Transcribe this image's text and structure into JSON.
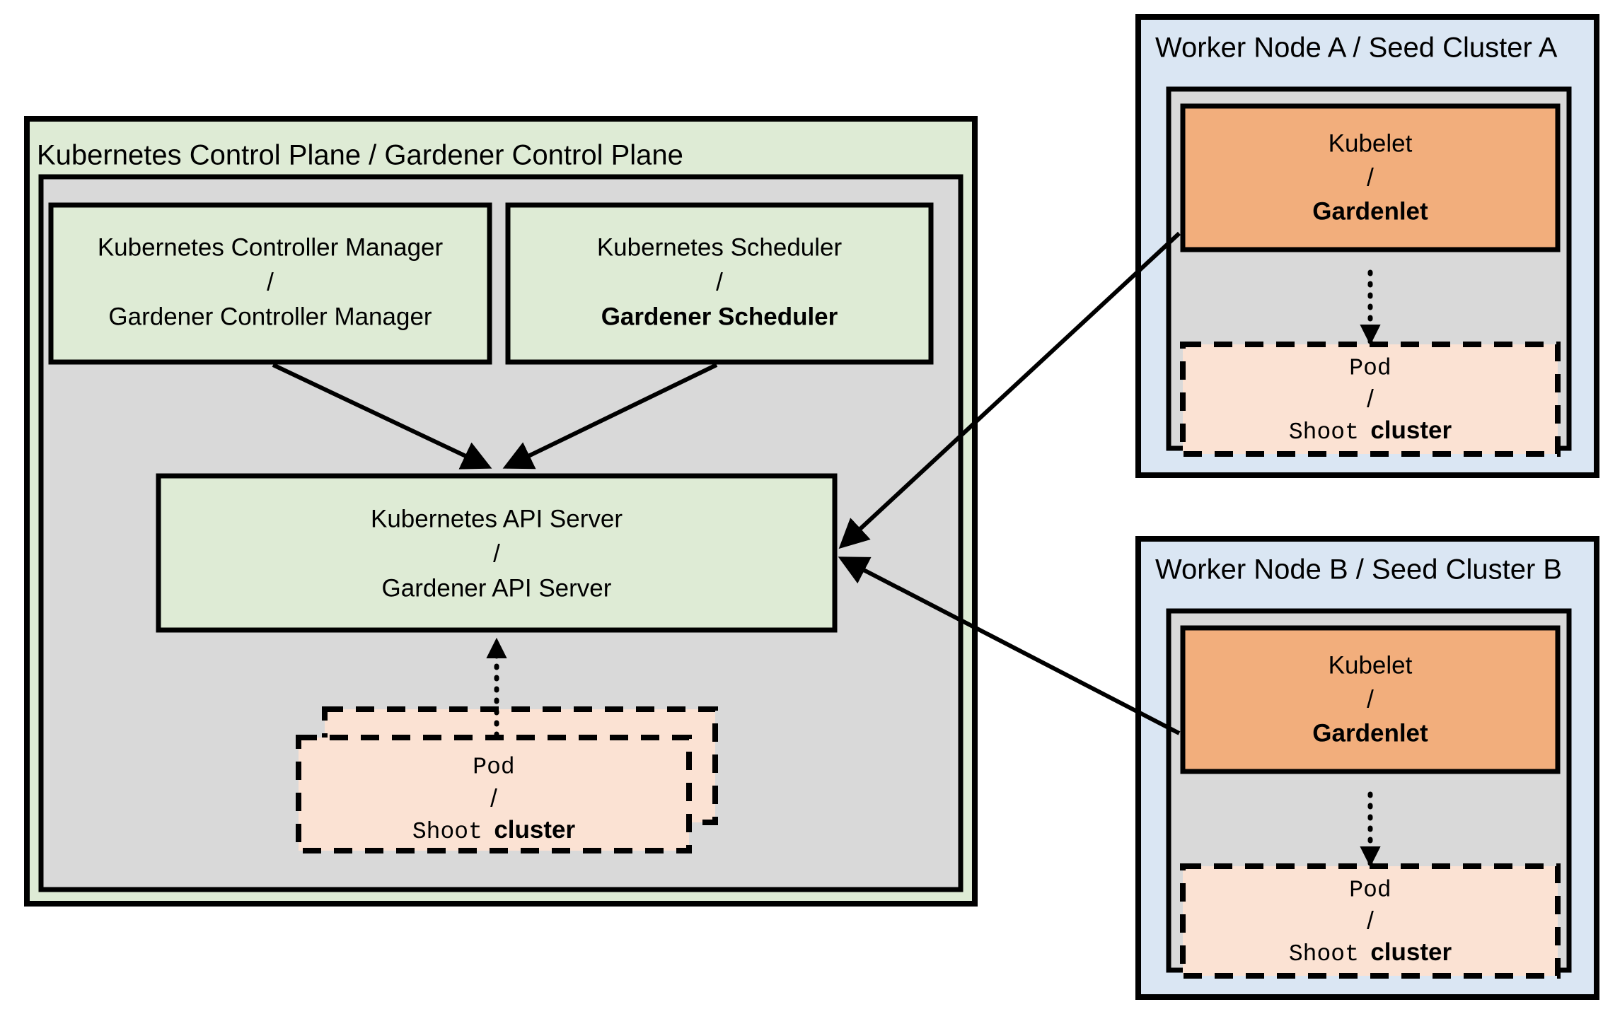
{
  "diagram": {
    "title_control_plane": "Kubernetes Control Plane / Gardener Control Plane",
    "colors": {
      "green_fill": "#DEEBD5",
      "gray_fill": "#D9D9D9",
      "blue_fill": "#DAE6F3",
      "orange_fill": "#F2AE7C",
      "pod_fill": "#FBE2D3",
      "stroke": "#000000",
      "background": "#FFFFFF"
    },
    "control_plane": {
      "label": "Kubernetes Control Plane / Gardener Control Plane",
      "controller_manager": {
        "line1": "Kubernetes Controller Manager",
        "separator": "/",
        "line2": "Gardener Controller Manager"
      },
      "scheduler": {
        "line1": "Kubernetes Scheduler",
        "separator": "/",
        "line2": "Gardener Scheduler"
      },
      "api_server": {
        "line1": "Kubernetes API Server",
        "separator": "/",
        "line2": "Gardener API Server"
      },
      "pod": {
        "line1": "Pod",
        "separator": "/",
        "line2_mono": "Shoot",
        "line2_bold": "cluster"
      }
    },
    "worker_nodes": [
      {
        "label": "Worker Node A / Seed Cluster A",
        "kubelet": {
          "line1": "Kubelet",
          "separator": "/",
          "line2": "Gardenlet"
        },
        "pod": {
          "line1": "Pod",
          "separator": "/",
          "line2_mono": "Shoot",
          "line2_bold": "cluster"
        }
      },
      {
        "label": "Worker Node B / Seed Cluster B",
        "kubelet": {
          "line1": "Kubelet",
          "separator": "/",
          "line2": "Gardenlet"
        },
        "pod": {
          "line1": "Pod",
          "separator": "/",
          "line2_mono": "Shoot",
          "line2_bold": "cluster"
        }
      }
    ]
  }
}
